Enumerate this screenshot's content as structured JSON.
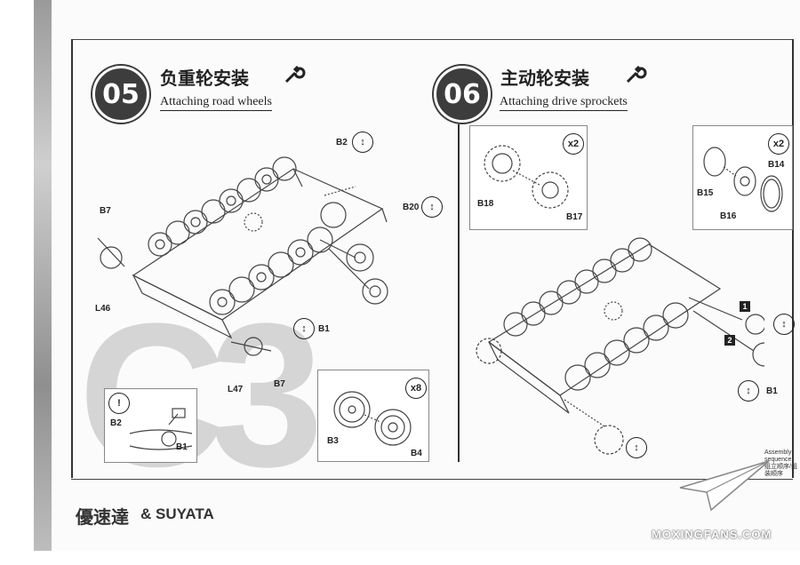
{
  "brand": {
    "cn": "優速達",
    "latin": "& SUYATA"
  },
  "watermark": "MOXINGFANS.COM",
  "page_marker": "C3",
  "assembly_note": {
    "en": "Assembly sequence",
    "cn": "组立顺序/组装顺序"
  },
  "steps": [
    {
      "number": "05",
      "title_cn": "负重轮安装",
      "title_en": "Attaching road wheels",
      "labels": {
        "B2": "B2",
        "B20": "B20",
        "B7a": "B7",
        "B7b": "B7",
        "L46": "L46",
        "L47": "L47",
        "B1": "B1",
        "B3": "B3",
        "B4": "B4"
      },
      "detail_box": {
        "multiplier": "x8"
      },
      "note_box": {
        "icon": "!",
        "labels": [
          "B2",
          "B1"
        ]
      }
    },
    {
      "number": "06",
      "title_cn": "主动轮安装",
      "title_en": "Attaching drive sprockets",
      "labels": {
        "B18": "B18",
        "B17": "B17",
        "B15": "B15",
        "B16": "B16",
        "B14": "B14",
        "B1": "B1"
      },
      "box_left": {
        "multiplier": "x2"
      },
      "box_right": {
        "multiplier": "x2"
      },
      "sequence": [
        "1",
        "2"
      ]
    }
  ],
  "icons": [
    "wrench-icon",
    "rotate-icon",
    "exclamation-icon"
  ]
}
